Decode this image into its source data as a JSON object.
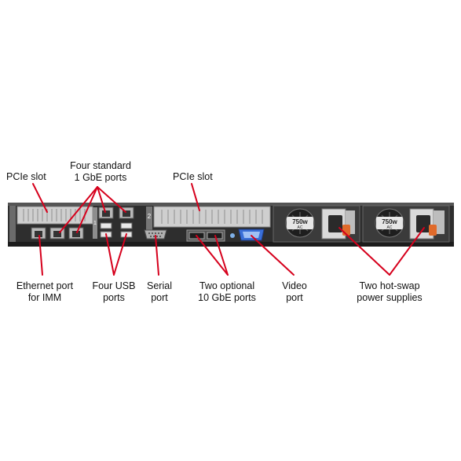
{
  "labels": {
    "four_standard_line1": "Four standard",
    "four_standard_line2": "1 GbE ports",
    "pcie_slot_left": "PCIe slot",
    "pcie_slot_mid": "PCIe slot",
    "ethernet_imm_line1": "Ethernet port",
    "ethernet_imm_line2": "for IMM",
    "usb_line1": "Four USB",
    "usb_line2": "ports",
    "serial_line1": "Serial",
    "serial_line2": "port",
    "tengbe_line1": "Two optional",
    "tengbe_line2": "10 GbE ports",
    "video_line1": "Video",
    "video_line2": "port",
    "psu_line1": "Two hot-swap",
    "psu_line2": "power supplies"
  },
  "slot_marks": {
    "slot_1": "1",
    "slot_2": "2"
  },
  "psu_marks": {
    "psu_1_rating": "750w",
    "psu_1_ac": "AC",
    "psu_2_rating": "750w",
    "psu_2_ac": "AC"
  },
  "colors": {
    "callout": "#d6001c",
    "chassis": "#2e2e2e",
    "metal": "#c8c8c8",
    "handle": "#e06a2a",
    "video_port": "#3a6fd8"
  }
}
